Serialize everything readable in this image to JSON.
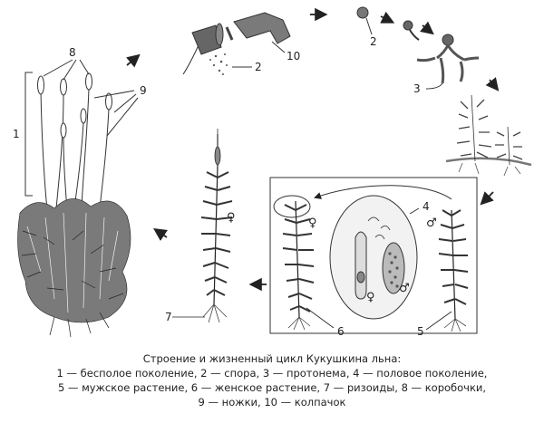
{
  "labels": {
    "n1": "1",
    "n2a": "2",
    "n2b": "2",
    "n3": "3",
    "n4": "4",
    "n5": "5",
    "n6": "6",
    "n7": "7",
    "n8": "8",
    "n9": "9",
    "n10": "10"
  },
  "symbols": {
    "female": "♀",
    "male": "♂"
  },
  "caption": {
    "title": "Строение и жизненный цикл Кукушкина льна:",
    "line1": "1 — бесполое поколение, 2 — спора, 3 — протонема, 4 — половое поколение,",
    "line2": "5 — мужское растение, 6 — женское растение, 7 — ризоиды, 8 — коробочки,",
    "line3": "9 — ножки, 10 — колпачок"
  }
}
